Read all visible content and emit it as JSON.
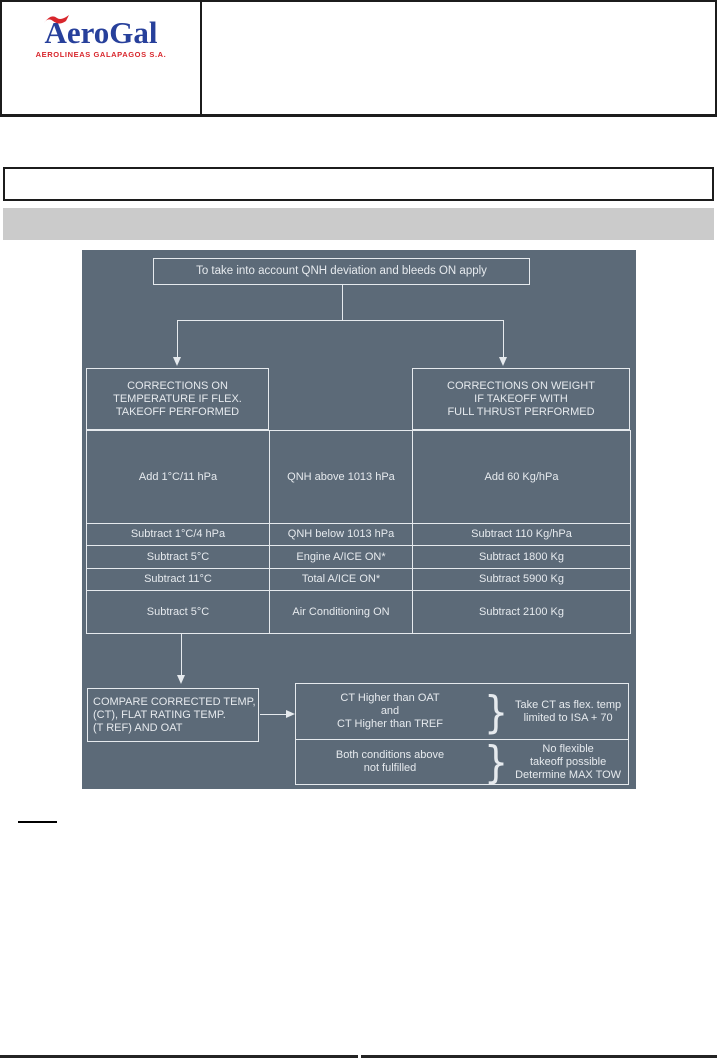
{
  "colors": {
    "logo_blue": "#27409b",
    "logo_red": "#d8262c",
    "gray_bar": "#cbcbcb",
    "chart_bg": "#5c6a78",
    "chart_line": "#e6eaee"
  },
  "header": {
    "logo_text": "AeroGal",
    "logo_subtext": "AEROLINEAS GALAPAGOS S.A."
  },
  "flowchart": {
    "top_box": "To take into account QNH deviation and bleeds ON apply",
    "table": {
      "left_header": "CORRECTIONS ON\nTEMPERATURE IF FLEX.\nTAKEOFF PERFORMED",
      "right_header": "CORRECTIONS ON WEIGHT\nIF TAKEOFF WITH\nFULL THRUST PERFORMED",
      "rows": [
        [
          "Add 1°C/11 hPa",
          "QNH above 1013 hPa",
          "Add 60 Kg/hPa"
        ],
        [
          "Subtract 1°C/4 hPa",
          "QNH below 1013 hPa",
          "Subtract 110 Kg/hPa"
        ],
        [
          "Subtract 5°C",
          "Engine A/ICE ON*",
          "Subtract 1800 Kg"
        ],
        [
          "Subtract 11°C",
          "Total A/ICE ON*",
          "Subtract 5900 Kg"
        ],
        [
          "Subtract 5°C",
          "Air Conditioning ON",
          "Subtract 2100 Kg"
        ]
      ]
    },
    "compare_box": "COMPARE CORRECTED TEMP,\n(CT), FLAT RATING TEMP.\n(T REF) AND OAT",
    "decision_rows": [
      {
        "condition": "CT Higher than OAT\nand\nCT Higher than TREF",
        "brace": "}",
        "outcome": "Take CT as flex. temp\nlimited to ISA + 70"
      },
      {
        "condition": "Both conditions above\nnot fulfilled",
        "brace": "}",
        "outcome": "No flexible\ntakeoff possible\nDetermine MAX TOW"
      }
    ]
  }
}
